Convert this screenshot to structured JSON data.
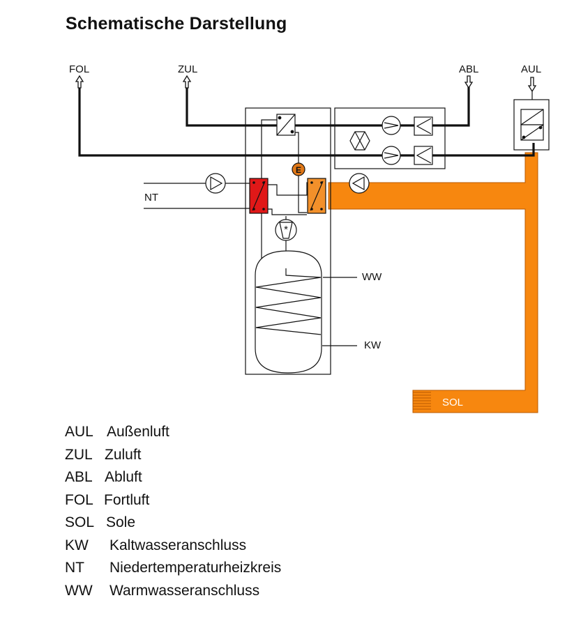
{
  "title": "Schematische Darstellung",
  "diagram": {
    "labels": {
      "fol": "FOL",
      "zul": "ZUL",
      "abl": "ABL",
      "aul": "AUL",
      "nt": "NT",
      "ww": "WW",
      "kw": "KW",
      "sol": "SOL",
      "heater": "E"
    },
    "colors": {
      "brine": "#f7870f",
      "condenser": "#e01818",
      "evaporator": "#f2902a",
      "heater": "#e07818",
      "line": "#111111"
    }
  },
  "legend": [
    {
      "abbr": "AUL",
      "desc": "Außenluft"
    },
    {
      "abbr": "ZUL",
      "desc": "Zuluft"
    },
    {
      "abbr": "ABL",
      "desc": "Abluft"
    },
    {
      "abbr": "FOL",
      "desc": "Fortluft"
    },
    {
      "abbr": "SOL",
      "desc": "Sole"
    },
    {
      "abbr": "KW",
      "desc": "Kaltwasseranschluss"
    },
    {
      "abbr": "NT",
      "desc": "Niedertemperaturheizkreis"
    },
    {
      "abbr": "WW",
      "desc": "Warmwasseranschluss"
    }
  ]
}
